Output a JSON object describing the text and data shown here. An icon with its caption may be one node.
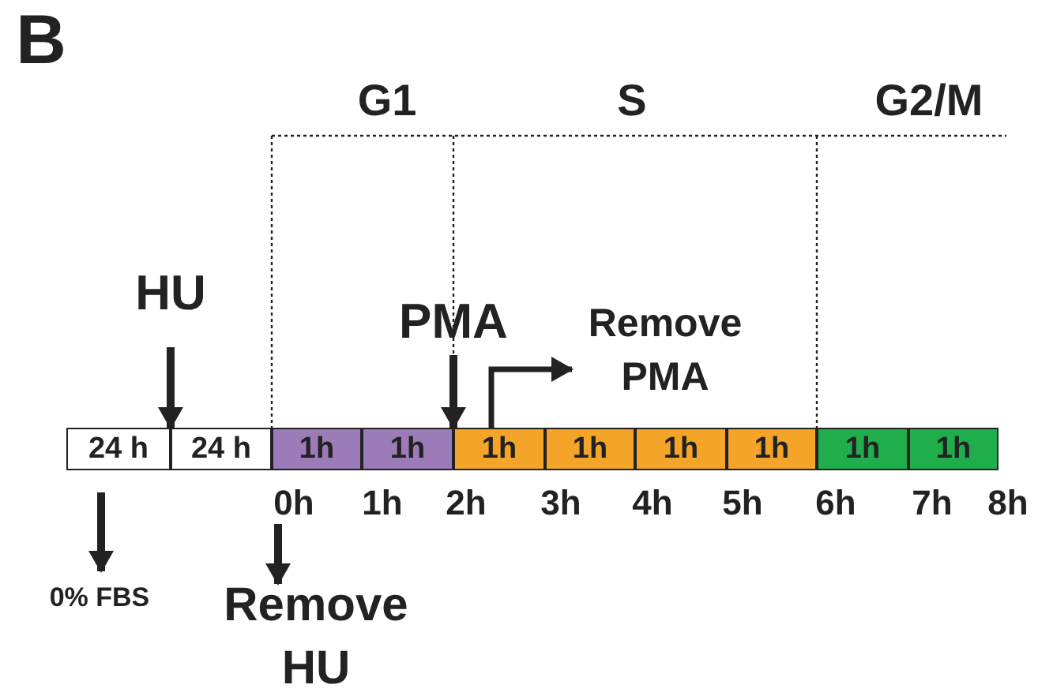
{
  "diagram": {
    "nodes": [
      {
        "text": [
          "24 h"
        ]
      },
      {
        "text": [
          "24 h"
        ]
      },
      {
        "text": [
          "1h"
        ]
      },
      {
        "text": [
          "1h"
        ]
      },
      {
        "text": [
          "1h"
        ]
      },
      {
        "text": [
          "1h"
        ]
      },
      {
        "text": [
          "1h"
        ]
      },
      {
        "text": [
          "1h"
        ]
      },
      {
        "text": [
          "1h"
        ]
      },
      {
        "text": [
          "1h"
        ]
      },
      {
        "text": [
          "HU"
        ]
      },
      {
        "text": [
          "PMA"
        ]
      },
      {
        "text": [
          "Remove PMA"
        ]
      },
      {
        "text": [
          "0% FBS"
        ]
      },
      {
        "text": [
          "Remove HU"
        ]
      },
      {
        "text": [
          "0h"
        ]
      }
    ],
    "edges": [
      {
        "from": 10,
        "to": 1,
        "arrow": "to"
      },
      {
        "from": 11,
        "to": 4,
        "arrow": "to"
      },
      {
        "from": 4,
        "to": 12,
        "arrow": "to"
      },
      {
        "from": null,
        "to": 13,
        "arrow": "to"
      },
      {
        "from": 15,
        "to": 14,
        "arrow": "to"
      }
    ],
    "labels": [
      "B",
      "G1",
      "S",
      "G2/M",
      "1h",
      "2h",
      "3h",
      "4h",
      "5h",
      "6h",
      "7h",
      "8h"
    ]
  }
}
